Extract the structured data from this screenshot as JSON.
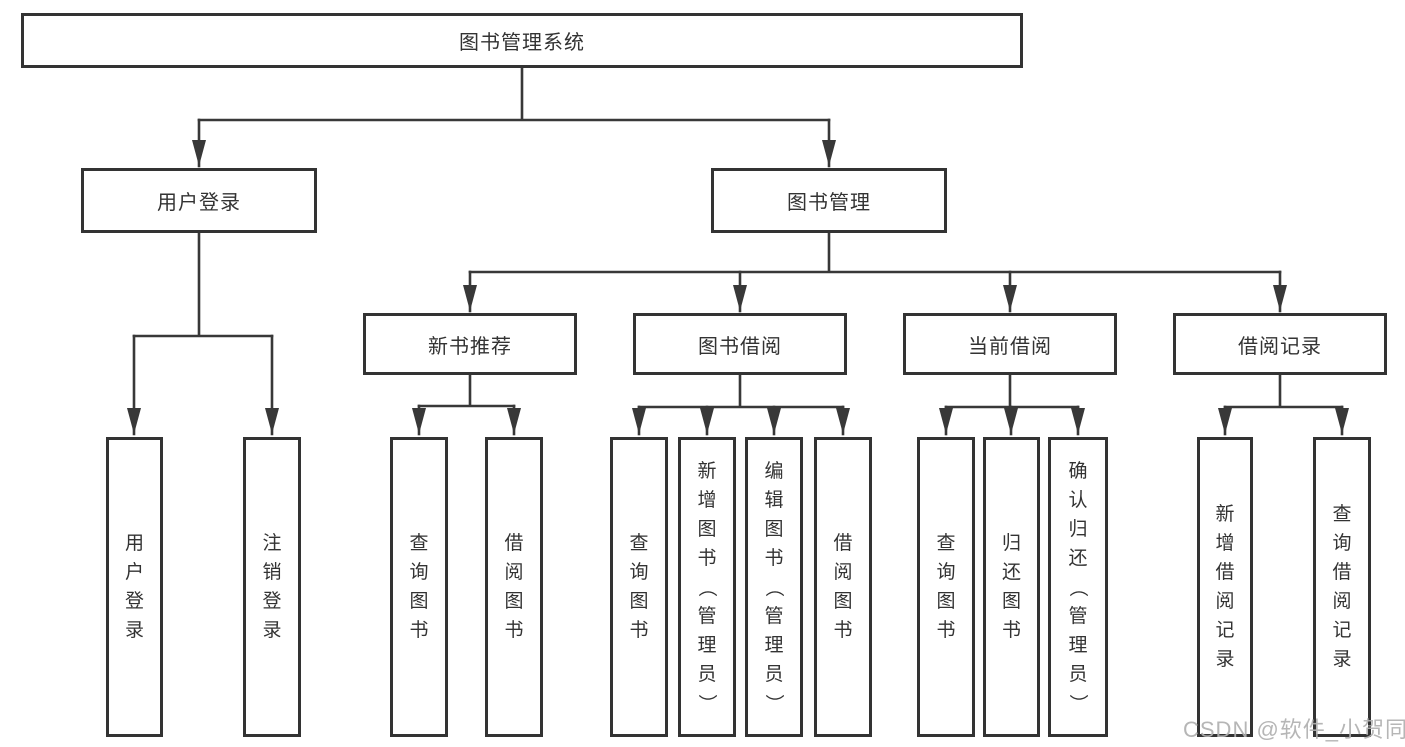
{
  "root": {
    "label": "图书管理系统"
  },
  "level2": [
    {
      "label": "用户登录"
    },
    {
      "label": "图书管理"
    }
  ],
  "level3": [
    {
      "label": "新书推荐"
    },
    {
      "label": "图书借阅"
    },
    {
      "label": "当前借阅"
    },
    {
      "label": "借阅记录"
    }
  ],
  "leaves": {
    "user": [
      {
        "label": "用户登录"
      },
      {
        "label": "注销登录"
      }
    ],
    "recommend": [
      {
        "label": "查询图书"
      },
      {
        "label": "借阅图书"
      }
    ],
    "borrow": [
      {
        "label": "查询图书"
      },
      {
        "label": "新增图书（管理员）"
      },
      {
        "label": "编辑图书（管理员）"
      },
      {
        "label": "借阅图书"
      }
    ],
    "current": [
      {
        "label": "查询图书"
      },
      {
        "label": "归还图书"
      },
      {
        "label": "确认归还（管理员）"
      }
    ],
    "records": [
      {
        "label": "新增借阅记录"
      },
      {
        "label": "查询借阅记录"
      }
    ]
  },
  "watermark": {
    "text": "CSDN @软件_小贺同学"
  },
  "colors": {
    "line": "#383838",
    "box_border": "#333333",
    "text": "#333333",
    "watermark": "#b0b0b0",
    "background": "#ffffff"
  }
}
